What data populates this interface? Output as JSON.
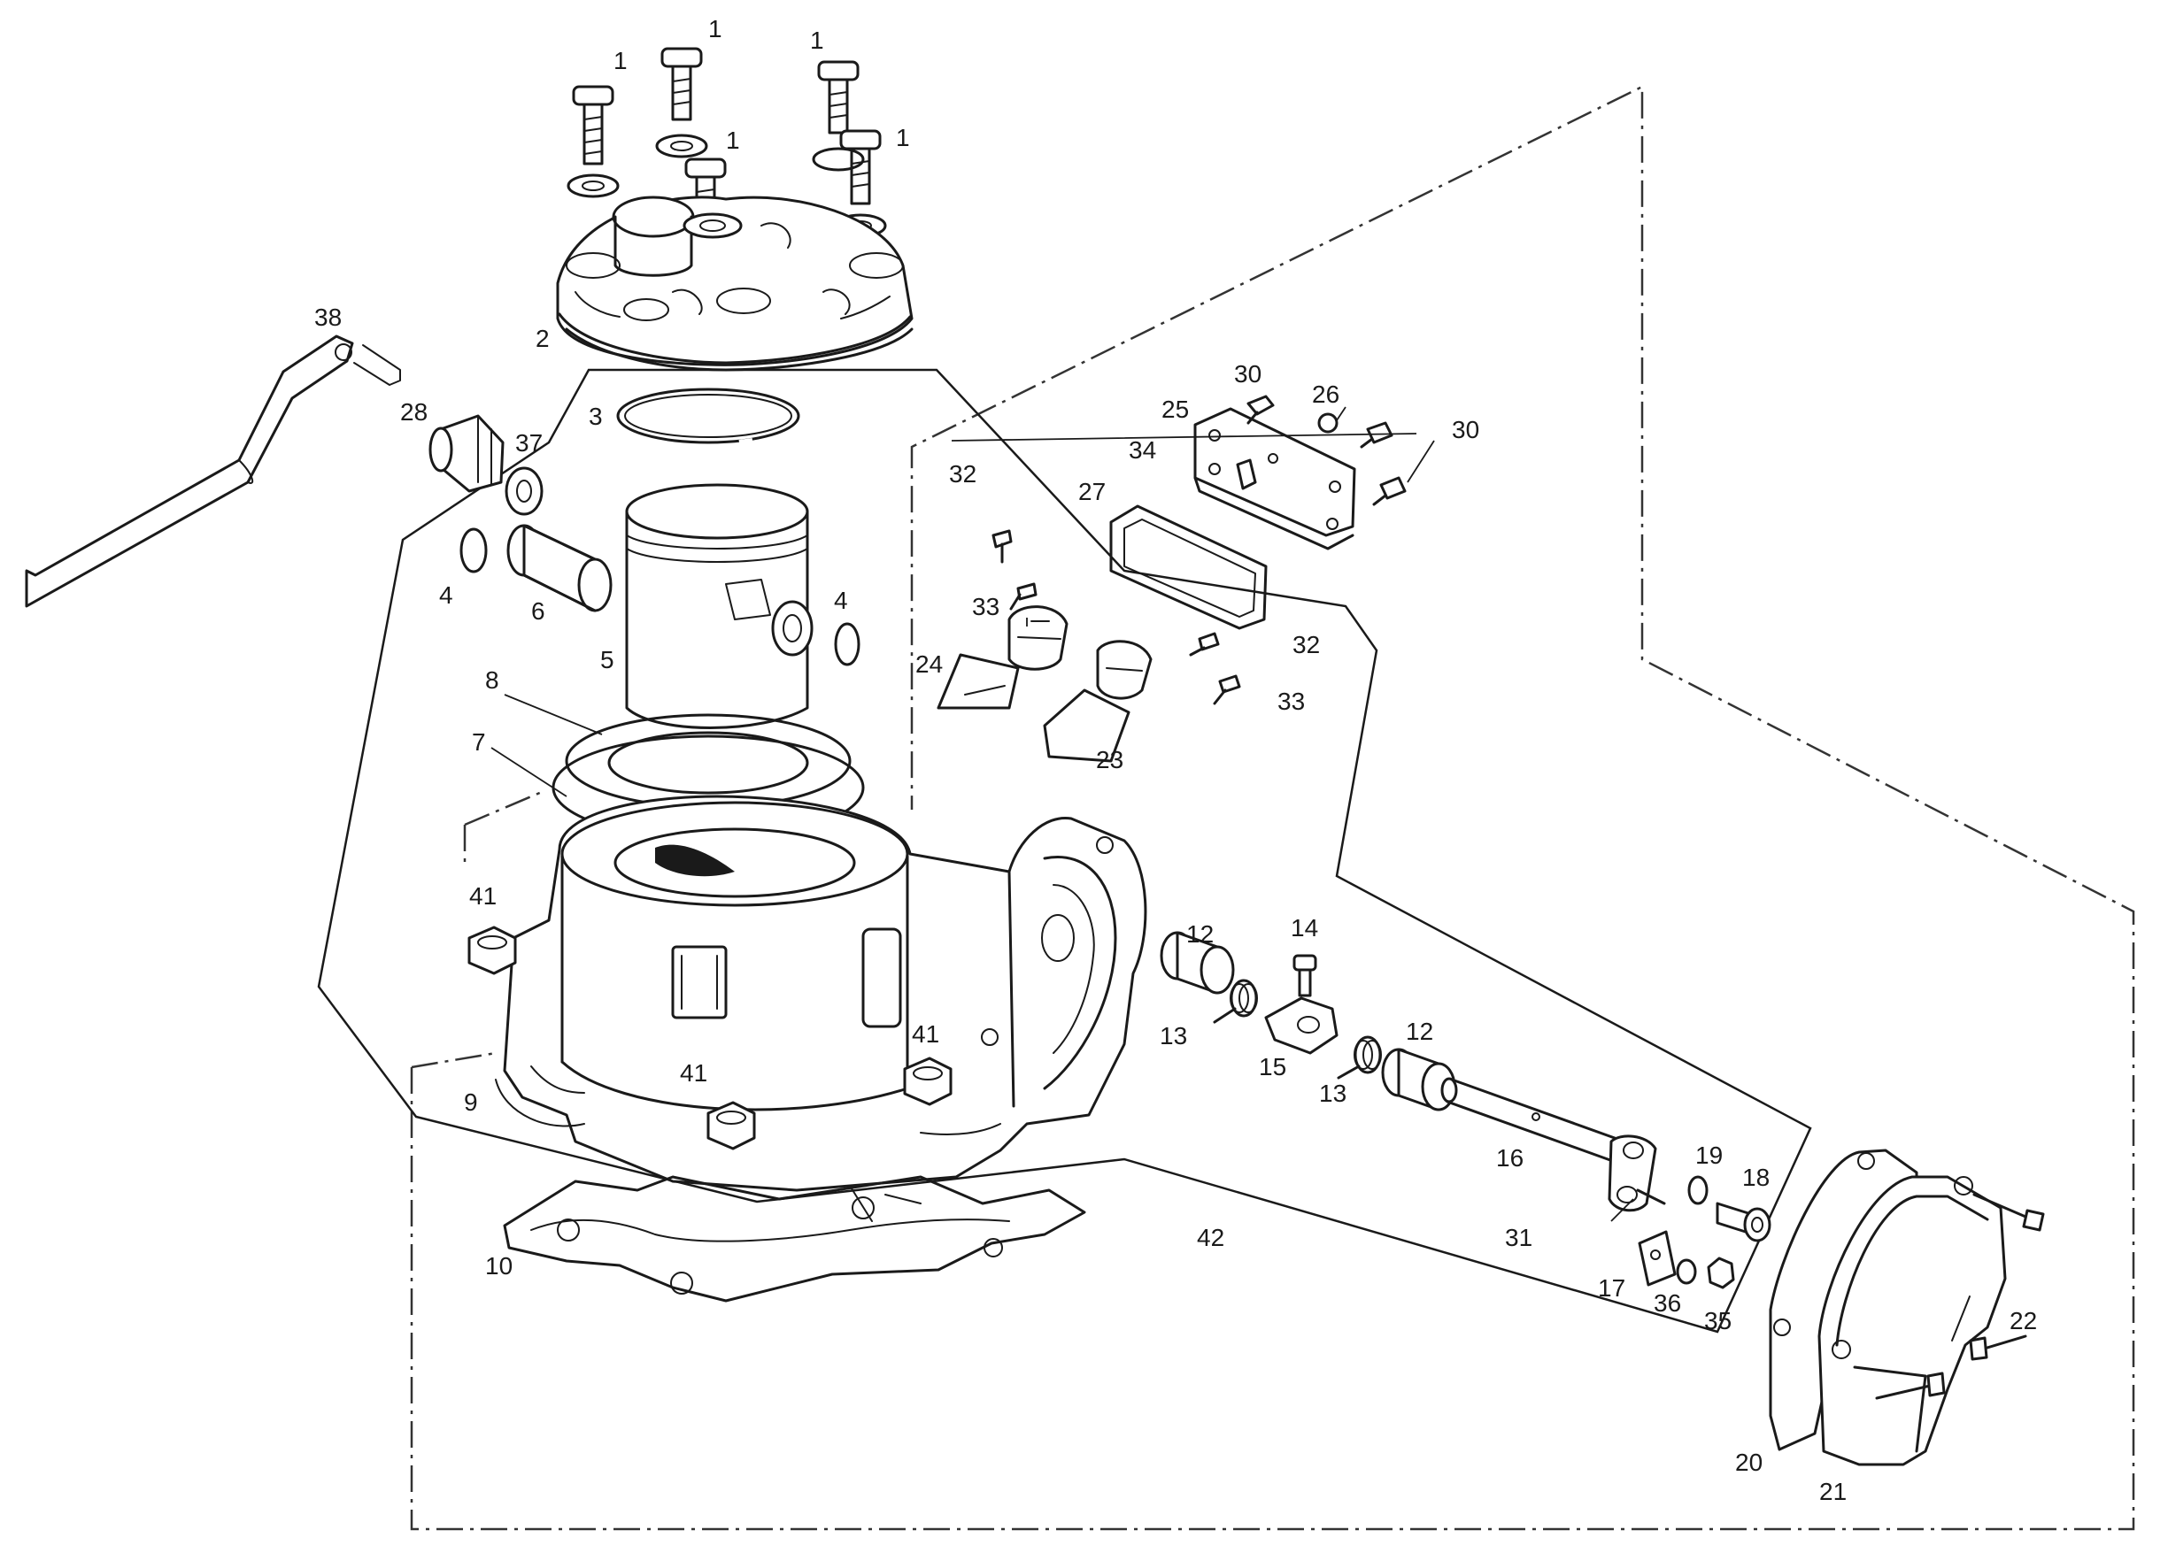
{
  "diagram": {
    "labels": [
      {
        "id": "p1a",
        "text": "1"
      },
      {
        "id": "p1b",
        "text": "1"
      },
      {
        "id": "p1c",
        "text": "1"
      },
      {
        "id": "p1d",
        "text": "1"
      },
      {
        "id": "p1e",
        "text": "1"
      },
      {
        "id": "p2",
        "text": "2"
      },
      {
        "id": "p3",
        "text": "3"
      },
      {
        "id": "p4a",
        "text": "4"
      },
      {
        "id": "p4b",
        "text": "4"
      },
      {
        "id": "p5",
        "text": "5"
      },
      {
        "id": "p6",
        "text": "6"
      },
      {
        "id": "p7",
        "text": "7"
      },
      {
        "id": "p8",
        "text": "8"
      },
      {
        "id": "p9",
        "text": "9"
      },
      {
        "id": "p10",
        "text": "10"
      },
      {
        "id": "p12a",
        "text": "12"
      },
      {
        "id": "p12b",
        "text": "12"
      },
      {
        "id": "p13a",
        "text": "13"
      },
      {
        "id": "p13b",
        "text": "13"
      },
      {
        "id": "p14",
        "text": "14"
      },
      {
        "id": "p15",
        "text": "15"
      },
      {
        "id": "p16",
        "text": "16"
      },
      {
        "id": "p17",
        "text": "17"
      },
      {
        "id": "p18",
        "text": "18"
      },
      {
        "id": "p19",
        "text": "19"
      },
      {
        "id": "p20",
        "text": "20"
      },
      {
        "id": "p21",
        "text": "21"
      },
      {
        "id": "p22",
        "text": "22"
      },
      {
        "id": "p23",
        "text": "23"
      },
      {
        "id": "p24",
        "text": "24"
      },
      {
        "id": "p25",
        "text": "25"
      },
      {
        "id": "p26",
        "text": "26"
      },
      {
        "id": "p27",
        "text": "27"
      },
      {
        "id": "p28",
        "text": "28"
      },
      {
        "id": "p30a",
        "text": "30"
      },
      {
        "id": "p30b",
        "text": "30"
      },
      {
        "id": "p31",
        "text": "31"
      },
      {
        "id": "p32a",
        "text": "32"
      },
      {
        "id": "p32b",
        "text": "32"
      },
      {
        "id": "p33a",
        "text": "33"
      },
      {
        "id": "p33b",
        "text": "33"
      },
      {
        "id": "p34",
        "text": "34"
      },
      {
        "id": "p35",
        "text": "35"
      },
      {
        "id": "p36",
        "text": "36"
      },
      {
        "id": "p37",
        "text": "37"
      },
      {
        "id": "p38",
        "text": "38"
      },
      {
        "id": "p41a",
        "text": "41"
      },
      {
        "id": "p41b",
        "text": "41"
      },
      {
        "id": "p41c",
        "text": "41"
      },
      {
        "id": "p42",
        "text": "42"
      }
    ]
  }
}
